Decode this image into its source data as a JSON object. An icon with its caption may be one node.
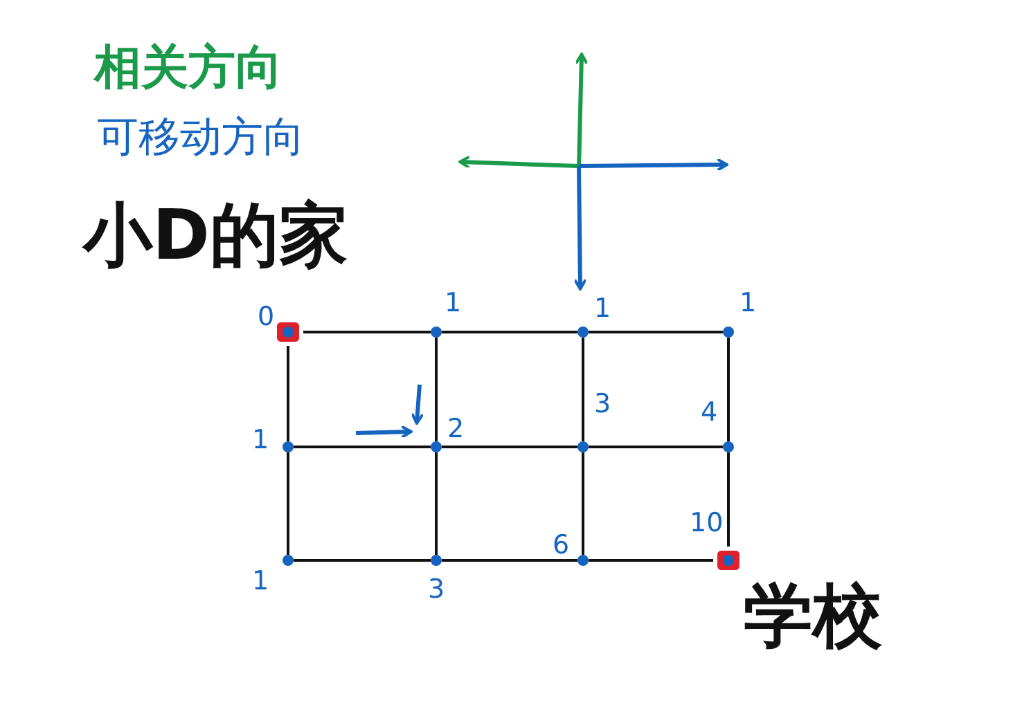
{
  "diagram": {
    "nodes": [
      {
        "text": [],
        "shape": "circle",
        "beside": [
          "0"
        ]
      },
      {
        "text": [],
        "shape": "circle",
        "beside": [
          "1"
        ]
      },
      {
        "text": [],
        "shape": "circle",
        "beside": [
          "1"
        ]
      },
      {
        "text": [],
        "shape": "circle",
        "beside": [
          "1"
        ]
      },
      {
        "text": [],
        "shape": "circle",
        "beside": [
          "1"
        ]
      },
      {
        "text": [],
        "shape": "circle",
        "beside": [
          "2"
        ]
      },
      {
        "text": [],
        "shape": "circle",
        "beside": [
          "3"
        ]
      },
      {
        "text": [],
        "shape": "circle",
        "beside": [
          "4"
        ]
      },
      {
        "text": [],
        "shape": "circle",
        "beside": [
          "1"
        ]
      },
      {
        "text": [],
        "shape": "circle",
        "beside": [
          "3"
        ]
      },
      {
        "text": [],
        "shape": "circle",
        "beside": [
          "6"
        ]
      },
      {
        "text": [],
        "shape": "circle",
        "beside": [
          "10"
        ]
      }
    ],
    "edges": [
      {
        "from": 0,
        "to": 1,
        "arrow": "none"
      },
      {
        "from": 1,
        "to": 2,
        "arrow": "none"
      },
      {
        "from": 2,
        "to": 3,
        "arrow": "none"
      },
      {
        "from": 4,
        "to": 5,
        "arrow": "none"
      },
      {
        "from": 5,
        "to": 6,
        "arrow": "none"
      },
      {
        "from": 6,
        "to": 7,
        "arrow": "none"
      },
      {
        "from": 8,
        "to": 9,
        "arrow": "none"
      },
      {
        "from": 9,
        "to": 10,
        "arrow": "none"
      },
      {
        "from": 10,
        "to": 11,
        "arrow": "none"
      },
      {
        "from": 0,
        "to": 4,
        "arrow": "none"
      },
      {
        "from": 4,
        "to": 8,
        "arrow": "none"
      },
      {
        "from": 1,
        "to": 5,
        "arrow": "none"
      },
      {
        "from": 5,
        "to": 9,
        "arrow": "none"
      },
      {
        "from": 2,
        "to": 6,
        "arrow": "none"
      },
      {
        "from": 6,
        "to": 10,
        "arrow": "none"
      },
      {
        "from": 3,
        "to": 7,
        "arrow": "none"
      },
      {
        "from": 7,
        "to": 11,
        "arrow": "none"
      }
    ],
    "labels": [
      "相关方向",
      "可移动方向",
      "小D的家",
      "学校"
    ]
  }
}
